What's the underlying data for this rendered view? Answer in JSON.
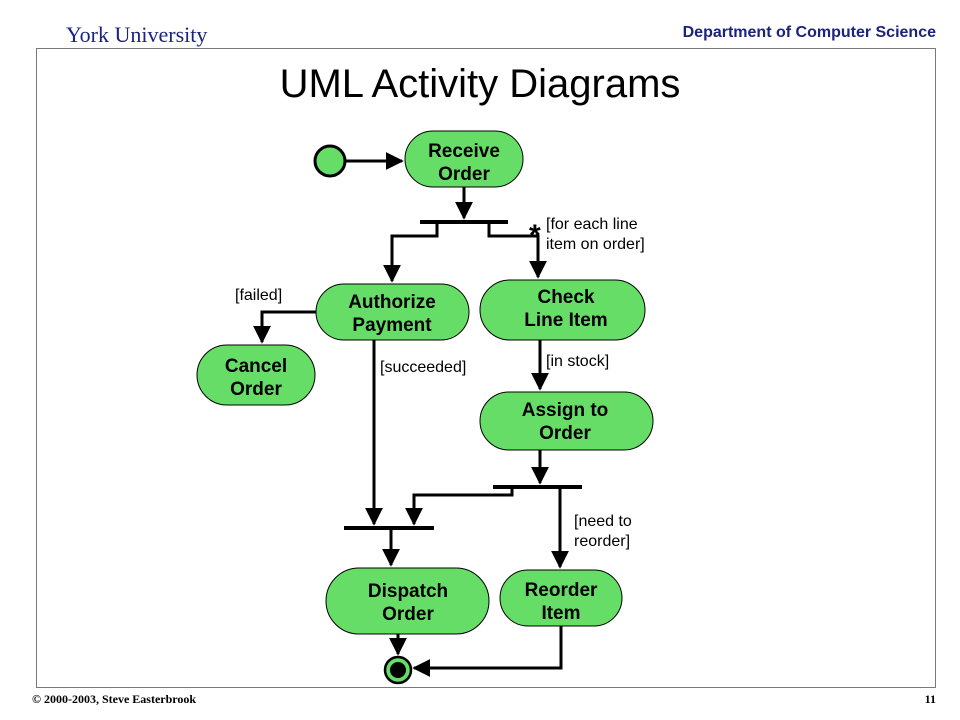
{
  "header": {
    "university": "York University",
    "department": "Department of Computer Science"
  },
  "title": "UML Activity Diagrams",
  "activities": {
    "receive_order": [
      "Receive",
      "Order"
    ],
    "authorize_payment": [
      "Authorize",
      "Payment"
    ],
    "check_line_item": [
      "Check",
      "Line Item"
    ],
    "cancel_order": [
      "Cancel",
      "Order"
    ],
    "assign_to_order": [
      "Assign to",
      "Order"
    ],
    "dispatch_order": [
      "Dispatch",
      "Order"
    ],
    "reorder_item": [
      "Reorder",
      "Item"
    ]
  },
  "guards": {
    "for_each": [
      "[for each line",
      "item on order]"
    ],
    "failed": "[failed]",
    "succeeded": "[succeeded]",
    "in_stock": "[in stock]",
    "need_reorder": [
      "[need to",
      "reorder]"
    ]
  },
  "multiplicity_marker": "*",
  "colors": {
    "activity_fill": "#66dd66",
    "line": "#000000",
    "header_text": "#1a237e"
  },
  "footer": {
    "copyright": "© 2000-2003, Steve Easterbrook",
    "page_number": "11"
  }
}
